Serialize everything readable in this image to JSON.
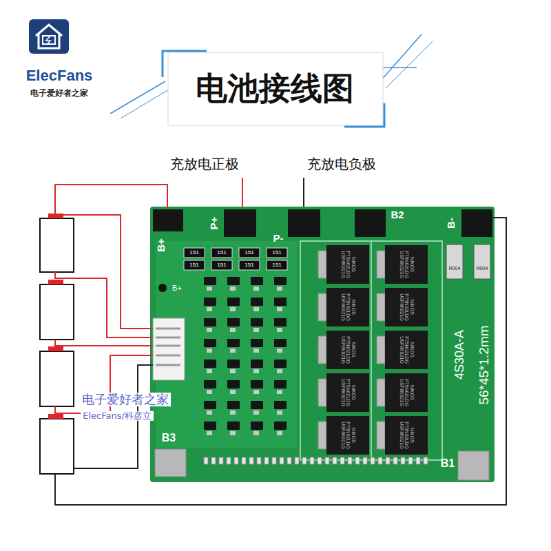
{
  "diagram": {
    "title": "电池接线图",
    "labels": [
      "ElecFans",
      "电子爱好者之家",
      "充放电正极",
      "充放电负极",
      "B+",
      "P+",
      "P-",
      "B2",
      "B-",
      "B+",
      "151",
      "151",
      "151",
      "151",
      "151",
      "151",
      "151",
      "151",
      "NIKOS P75N02LDG USF8K821G",
      "NIKOS P75N02LDG USF8K821G",
      "NIKOS P75N02LDG USF8K821G",
      "NIKOS P75N02LDG USF8K821G",
      "NIKOS P75N02LDG USF8K821G",
      "NIKOS P75N02LDG USF8K821G",
      "NIKOS P75N02LDG USF8K821G",
      "NIKOS P75N02LDG USF8K821G",
      "NIKOS P75N02LDG USF8K821G",
      "NIKOS P75N02LDG USF8K821G",
      "R004",
      "R004",
      "4S30A-A",
      "56*45*1.2mm",
      "B3",
      "B1",
      "电子爱好者之家",
      "ElecFans/科彦立"
    ]
  }
}
